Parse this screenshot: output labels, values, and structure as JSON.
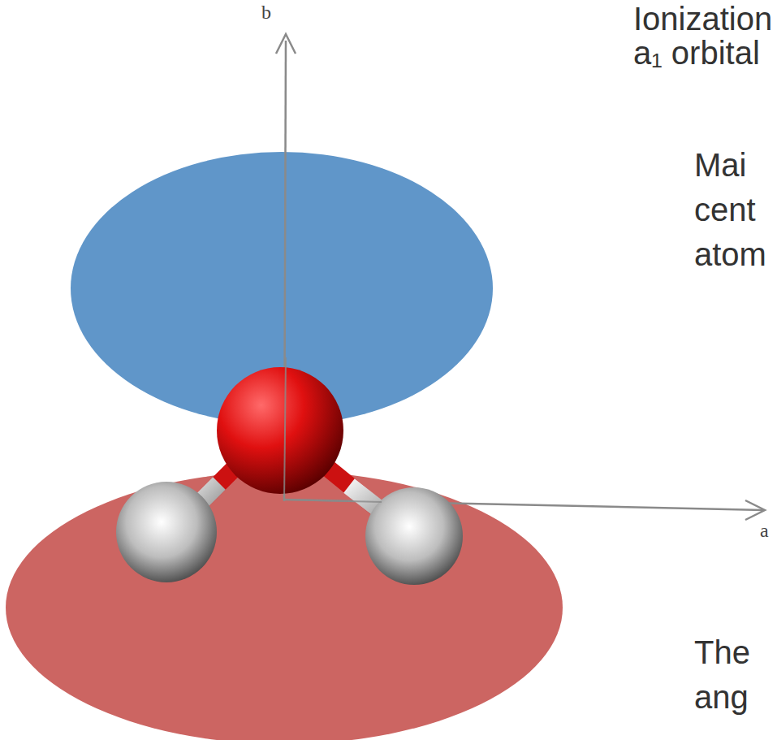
{
  "diagram": {
    "labels": [
      "b",
      "a",
      "Ionization",
      "a₁ orbital",
      "Mai",
      "cent",
      "atom",
      "The",
      "ang"
    ]
  }
}
